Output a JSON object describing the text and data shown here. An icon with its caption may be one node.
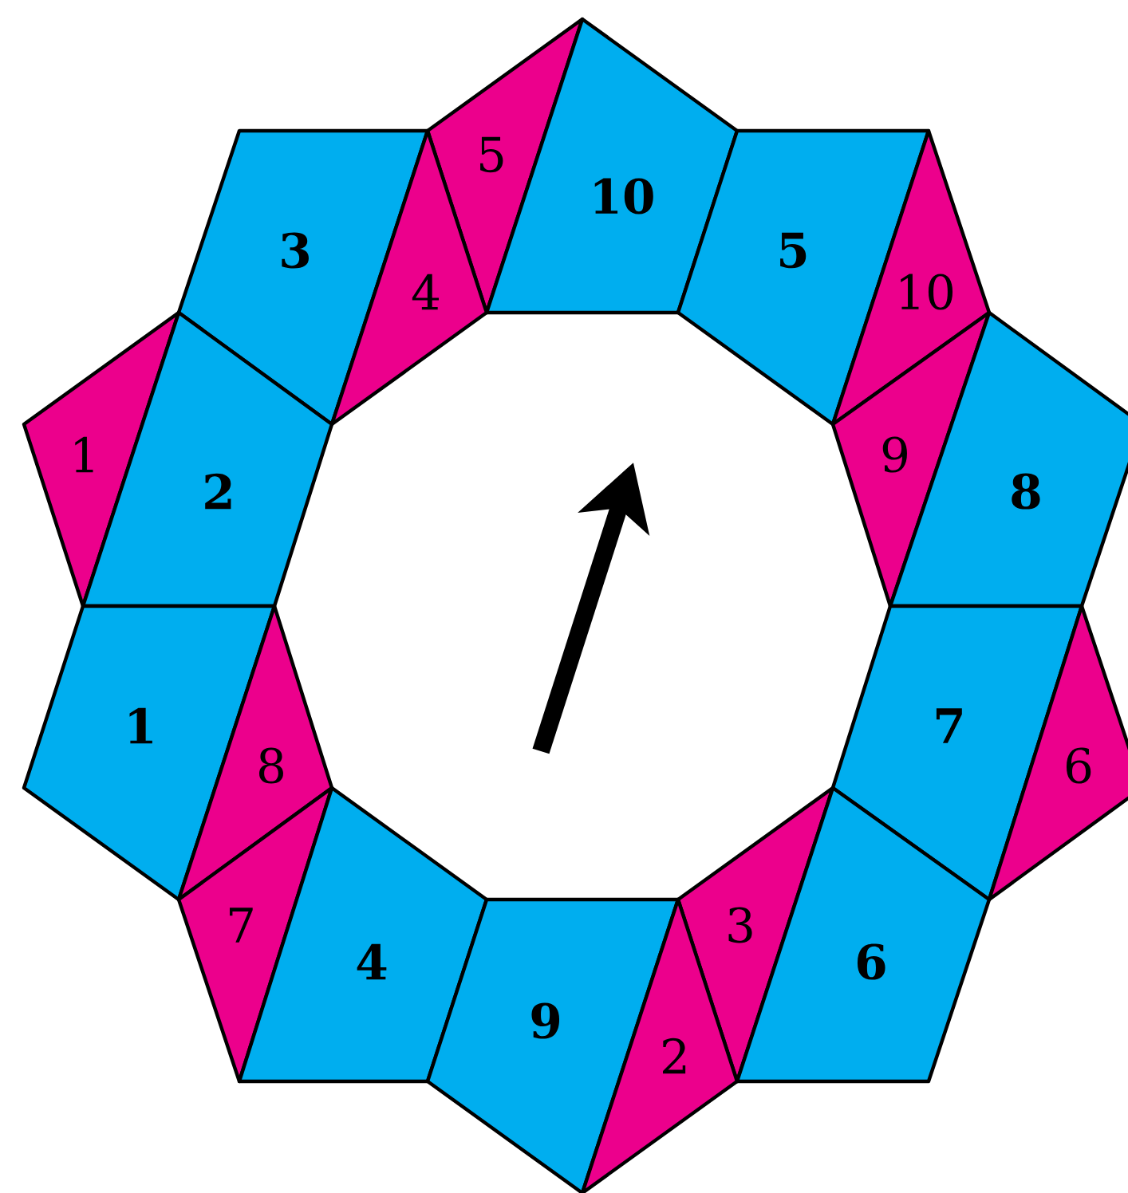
{
  "diagram": {
    "nodes": [
      {
        "text": [
          "5"
        ]
      },
      {
        "text": [
          "10"
        ]
      },
      {
        "text": [
          "3"
        ]
      },
      {
        "text": [
          "5"
        ]
      },
      {
        "text": [
          "10"
        ]
      },
      {
        "text": [
          "4"
        ]
      },
      {
        "text": [
          "1"
        ]
      },
      {
        "text": [
          "9"
        ]
      },
      {
        "text": [
          "2"
        ]
      },
      {
        "text": [
          "8"
        ]
      },
      {
        "text": [
          "1"
        ]
      },
      {
        "text": [
          "7"
        ]
      },
      {
        "text": [
          "8"
        ]
      },
      {
        "text": [
          "6"
        ]
      },
      {
        "text": [
          "7"
        ]
      },
      {
        "text": [
          "3"
        ]
      },
      {
        "text": [
          "4"
        ]
      },
      {
        "text": [
          "6"
        ]
      },
      {
        "text": [
          "9"
        ]
      },
      {
        "text": [
          "2"
        ]
      }
    ]
  }
}
